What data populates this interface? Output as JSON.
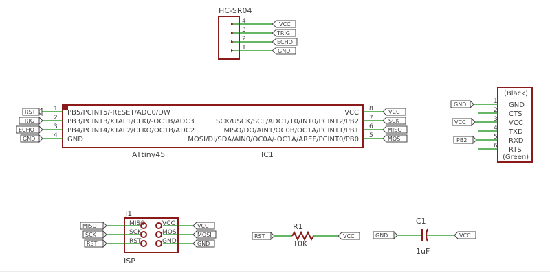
{
  "colors": {
    "body": "#8b1a1a",
    "wire": "#0a8a0a",
    "text": "#404040",
    "flag_border": "#444444"
  },
  "hcsr04": {
    "name": "HC-SR04",
    "pins": [
      {
        "num": "4",
        "net": "VCC"
      },
      {
        "num": "3",
        "net": "TRIG"
      },
      {
        "num": "2",
        "net": "ECHO"
      },
      {
        "num": "1",
        "net": "GND"
      }
    ]
  },
  "ic1": {
    "name": "IC1",
    "value": "ATtiny45",
    "left_pins": [
      {
        "num": "1",
        "label": "PB5/PCINT5/-RESET/ADC0/DW",
        "net": "RST"
      },
      {
        "num": "2",
        "label": "PB3/PCINT3/XTAL1/CLKI/-OC1B/ADC3",
        "net": "TRIG"
      },
      {
        "num": "3",
        "label": "PB4/PCINT4/XTAL2/CLKO/OC1B/ADC2",
        "net": "ECHO"
      },
      {
        "num": "4",
        "label": "GND",
        "net": "GND"
      }
    ],
    "right_pins": [
      {
        "num": "8",
        "label": "VCC",
        "net": "VCC"
      },
      {
        "num": "7",
        "label": "SCK/USCK/SCL/ADC1/T0/INT0/PCINT2/PB2",
        "net": "SCK"
      },
      {
        "num": "6",
        "label": "MISO/DO/AIN1/OC0B/OC1A/PCINT1/PB1",
        "net": "MISO"
      },
      {
        "num": "5",
        "label": "MOSI/DI/SDA/AIN0/OC0A/-OC1A/AREF/PCINT0/PB0",
        "net": "MOSI"
      }
    ]
  },
  "ftdi": {
    "top_label": "(Black)",
    "bottom_label": "(Green)",
    "pins": [
      {
        "num": "1",
        "label": "GND",
        "net": "GND"
      },
      {
        "num": "2",
        "label": "CTS",
        "net": ""
      },
      {
        "num": "3",
        "label": "VCC",
        "net": "VCC"
      },
      {
        "num": "4",
        "label": "TXD",
        "net": ""
      },
      {
        "num": "5",
        "label": "RXD",
        "net": "PB2"
      },
      {
        "num": "6",
        "label": "RTS",
        "net": ""
      }
    ]
  },
  "j1": {
    "name": "J1",
    "value": "ISP",
    "left_labels": [
      "MISO",
      "SCK",
      "RST"
    ],
    "right_labels": [
      "VCC",
      "MOSI",
      "GND"
    ],
    "left_nets": [
      "MISO",
      "SCK",
      "RST"
    ],
    "right_nets": [
      "VCC",
      "MOSI",
      "GND"
    ]
  },
  "r1": {
    "name": "R1",
    "value": "10K",
    "left_net": "RST",
    "right_net": "VCC"
  },
  "c1": {
    "name": "C1",
    "value": "1uF",
    "left_net": "GND",
    "right_net": "VCC"
  }
}
